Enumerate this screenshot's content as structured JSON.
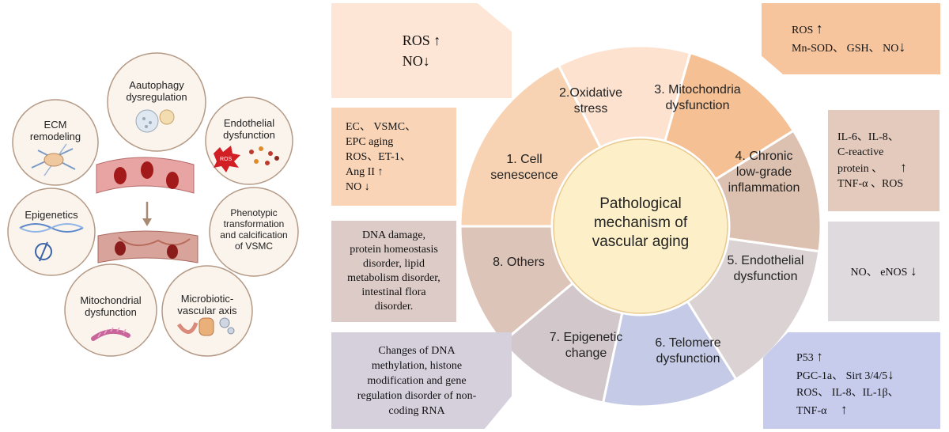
{
  "left_panel": {
    "circles": [
      {
        "id": "ecm",
        "label": "ECM\nremodeling"
      },
      {
        "id": "autophagy",
        "label": "Aautophagy\ndysregulation"
      },
      {
        "id": "endothelial",
        "label": "Endothelial\ndysfunction"
      },
      {
        "id": "epigenetics",
        "label": "Epigenetics"
      },
      {
        "id": "phenotypic",
        "label": "Phenotypic\ntransformation\nand calcification\nof VSMC"
      },
      {
        "id": "mitochondrial",
        "label": "Mitochondrial\ndysfunction"
      },
      {
        "id": "microbiotic",
        "label": "Microbiotic-\nvascular axis"
      }
    ],
    "ros_tag": "ROS"
  },
  "wheel": {
    "center": "Pathological\nmechanism of\nvascular aging",
    "segments": [
      {
        "id": "s1",
        "label": "1. Cell\nsenescence",
        "color": "#f7d3b4"
      },
      {
        "id": "s2",
        "label": "2.Oxidative\nstress",
        "color": "#fde2cf"
      },
      {
        "id": "s3",
        "label": "3. Mitochondria\ndysfunction",
        "color": "#f4c094"
      },
      {
        "id": "s4",
        "label": "4. Chronic\nlow-grade\ninflammation",
        "color": "#dcc1b1"
      },
      {
        "id": "s5",
        "label": "5. Endothelial\ndysfunction",
        "color": "#dad2d3"
      },
      {
        "id": "s6",
        "label": "6. Telomere\ndysfunction",
        "color": "#c5cbe7"
      },
      {
        "id": "s7",
        "label": "7. Epigenetic\nchange",
        "color": "#d2c8cb"
      },
      {
        "id": "s8",
        "label": "8. Others",
        "color": "#dcc4b8"
      }
    ]
  },
  "boxes": {
    "oxidative": {
      "line1": "ROS",
      "line2": "NO"
    },
    "senescence": {
      "l1": "EC、 VSMC、",
      "l2": "EPC aging",
      "l3": "ROS、ET-1、",
      "l4": "Ang II",
      "l5": "NO"
    },
    "others": {
      "text": "DNA damage,\nprotein homeostasis\ndisorder, lipid\nmetabolism disorder,\nintestinal flora\ndisorder."
    },
    "epigenetic": {
      "text": "Changes of DNA\nmethylation, histone\nmodification and gene\nregulation disorder of non-\ncoding RNA"
    },
    "mitochondria": {
      "l1": "ROS",
      "l2": "Mn-SOD、 GSH、 NO"
    },
    "inflammation": {
      "l1": "IL-6、IL-8、",
      "l2": "C-reactive",
      "l3": "protein 、",
      "l4": "TNF-α 、ROS"
    },
    "endothelial": {
      "text": "NO、 eNOS"
    },
    "telomere": {
      "l1": "P53",
      "l2": "PGC-1a、 Sirt 3/4/5",
      "l3": "ROS、 IL-8、IL-1β、",
      "l4": "TNF-α"
    }
  },
  "colors": {
    "peach_light": "#fde6d6",
    "peach": "#f9d4b6",
    "orange": "#f6c59d",
    "tan": "#e3cabd",
    "rose": "#dccbc6",
    "grey": "#dedadd",
    "lilac": "#d6d0dd",
    "blue": "#c8ccec"
  }
}
